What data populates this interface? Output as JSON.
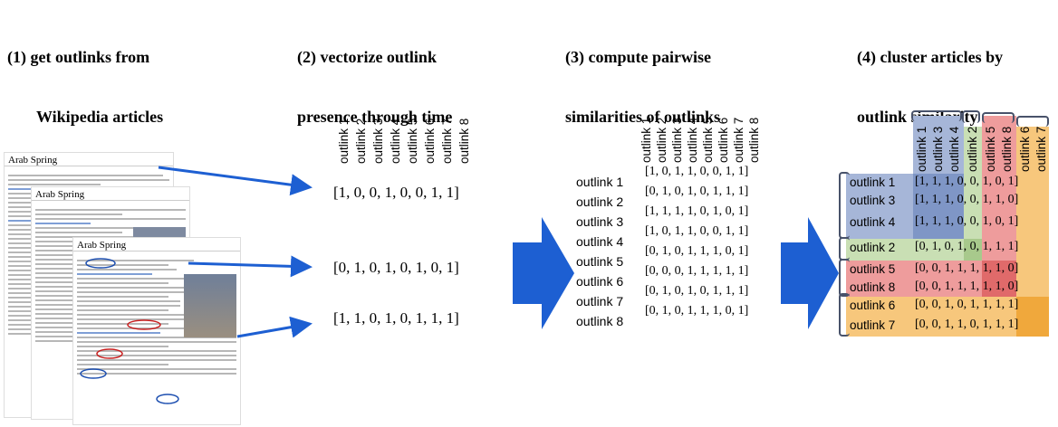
{
  "steps": [
    {
      "line1": "(1) get outlinks from",
      "line2": "Wikipedia articles"
    },
    {
      "line1": "(2) vectorize outlink",
      "line2": "presence through time"
    },
    {
      "line1": "(3) compute pairwise",
      "line2": "similarities of outlinks"
    },
    {
      "line1": "(4) cluster articles by",
      "line2": "outlink similarity"
    }
  ],
  "wiki": {
    "article_title": "Arab Spring"
  },
  "outlink_headers": [
    "outlink 1",
    "outlink 2",
    "outlink 3",
    "outlink 4",
    "outlink 5",
    "outlink 6",
    "outlink 7",
    "outlink 8"
  ],
  "vectors": [
    "[1, 0, 0, 1, 0, 0, 1, 1]",
    "[0, 1, 0, 1, 0, 1, 0, 1]",
    "[1, 1, 0, 1, 0, 1, 1, 1]"
  ],
  "matrix": {
    "row_labels": [
      "outlink 1",
      "outlink 2",
      "outlink 3",
      "outlink 4",
      "outlink 5",
      "outlink 6",
      "outlink 7",
      "outlink 8"
    ],
    "rows": [
      "[1, 0, 1, 1, 0, 0, 1, 1]",
      "[0, 1, 0, 1, 0, 1, 1, 1]",
      "[1, 1, 1, 1, 0, 1, 0, 1]",
      "[1, 0, 1, 1, 0, 0, 1, 1]",
      "[0, 1, 0, 1, 1, 1, 0, 1]",
      "[0, 0, 0, 1, 1, 1, 1, 1]",
      "[0, 1, 0, 1, 0, 1, 1, 1]",
      "[0, 1, 0, 1, 1, 1, 0, 1]"
    ]
  },
  "clusters": {
    "col_headers": [
      "outlink 1",
      "outlink 3",
      "outlink 4",
      "outlink 2",
      "outlink 5",
      "outlink 8",
      "outlink 6",
      "outlink 7"
    ],
    "row_labels": [
      "outlink 1",
      "outlink 3",
      "outlink 4",
      "outlink 2",
      "outlink 5",
      "outlink 8",
      "outlink 6",
      "outlink 7"
    ],
    "row_vectors": [
      "[1, 1, 1, 0, 0, 1, 0, 1]",
      "[1, 1, 1, 0, 0, 1, 1, 0]",
      "[1, 1, 1, 0, 0, 1, 0, 1]",
      "[0, 1, 0, 1, 0, 1, 1, 1]",
      "[0, 0, 1, 1, 1, 1, 1, 0]",
      "[0, 0, 1, 1, 1, 1, 1, 0]",
      "[0, 0, 1, 0, 1, 1, 1, 1]",
      "[0, 0, 1, 1, 0, 1, 1, 1]"
    ],
    "colors": {
      "blue": "#a6b6d8",
      "blue_dark": "#7f96c6",
      "green": "#c9dfb4",
      "green_dark": "#a8c98c",
      "red": "#ee9c9c",
      "red_dark": "#e06a6a",
      "orange": "#f7c77c",
      "orange_dark": "#f0a83c"
    }
  },
  "arrow_color": "#1d5fd2"
}
